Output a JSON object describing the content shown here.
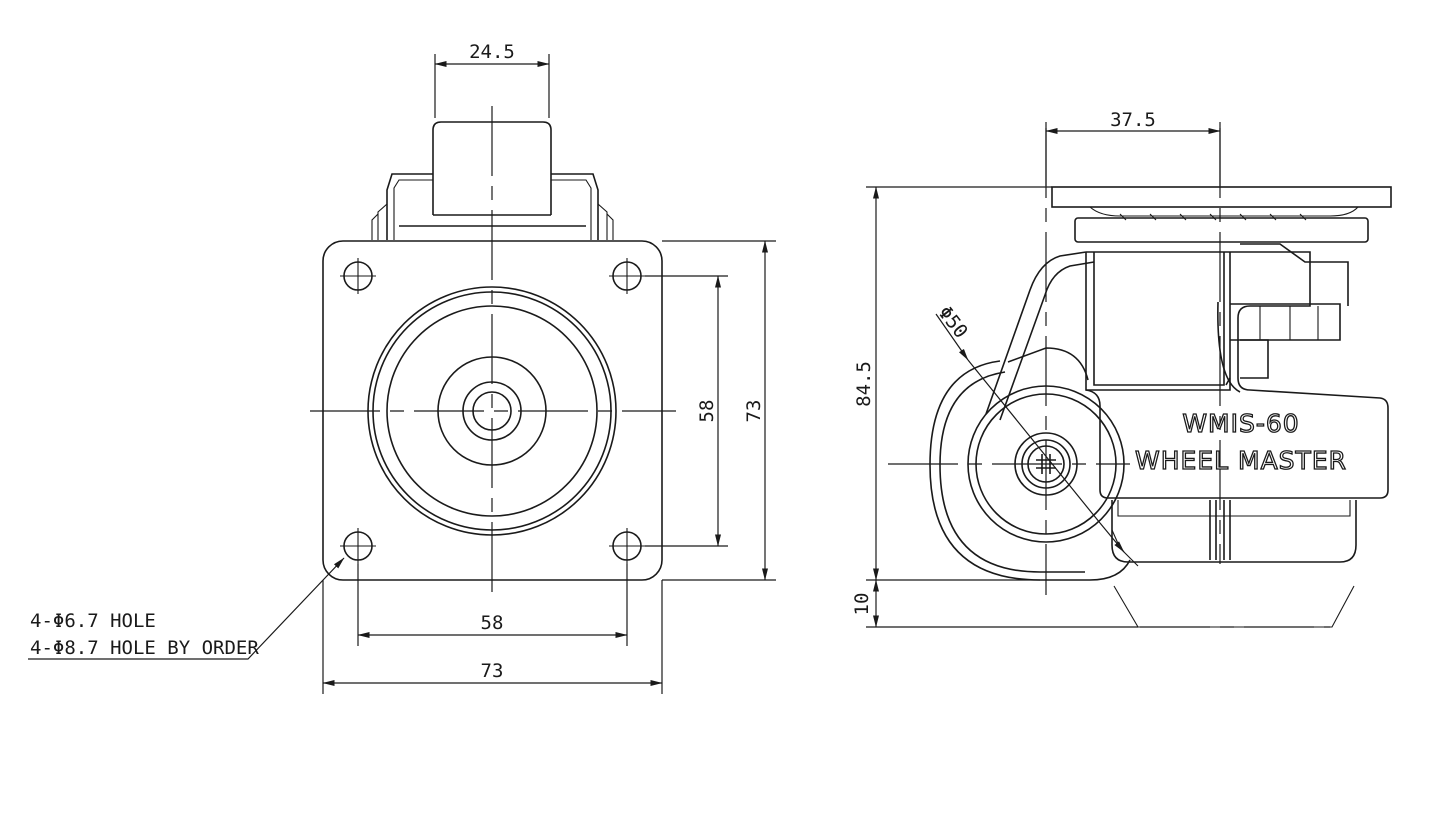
{
  "front_view": {
    "dim_stem_width": "24.5",
    "dim_hole_spacing_h": "58",
    "dim_plate_width": "73",
    "dim_hole_spacing_v": "58",
    "dim_plate_height": "73",
    "note_line1": "4-Φ6.7 HOLE",
    "note_line2": "4-Φ8.7 HOLE BY ORDER"
  },
  "side_view": {
    "dim_offset": "37.5",
    "dim_height": "84.5",
    "dim_wheel_diameter": "Φ50",
    "dim_lift": "10",
    "brand_model": "WMIS-60",
    "brand_name": "WHEEL MASTER"
  },
  "colors": {
    "line": "#1a1a1a",
    "background": "#ffffff"
  }
}
